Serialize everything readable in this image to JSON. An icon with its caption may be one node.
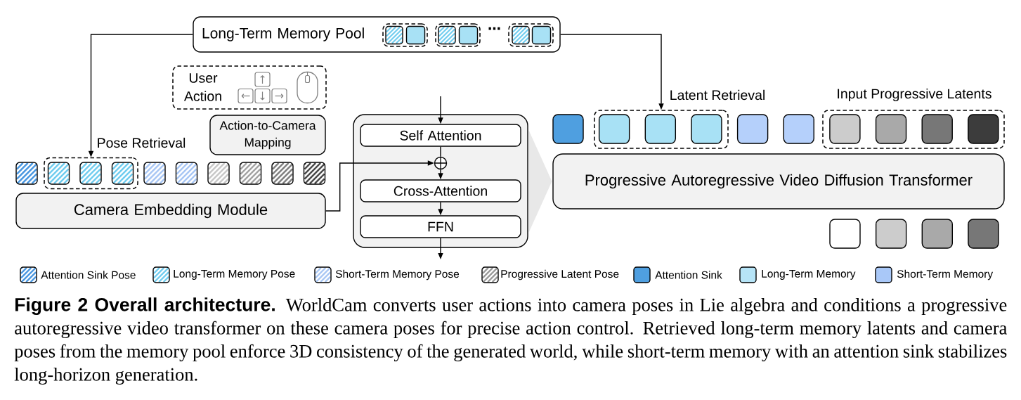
{
  "diagram": {
    "caption": "**Figure 2 Overall architecture.** WorldCam converts user actions into camera poses in Lie algebra and conditions a progressive autoregressive video transformer on these camera poses for precise action control. Retrieved long-term memory latents and camera poses from the memory pool enforce 3D consistency of the generated world, while short-term memory with an attention sink stabilizes long-horizon generation.",
    "nodes": [
      {
        "text": [
          "Long-Term Memory Pool"
        ]
      },
      {
        "text": [],
        "shape": "box",
        "in": 0
      },
      {
        "text": [],
        "shape": "box",
        "in": 1
      },
      {
        "text": [],
        "shape": "box",
        "in": 1
      },
      {
        "text": [],
        "shape": "box",
        "in": 0
      },
      {
        "text": [],
        "shape": "box",
        "in": 4
      },
      {
        "text": [],
        "shape": "box",
        "in": 4
      },
      {
        "text": [],
        "shape": "box",
        "in": 0
      },
      {
        "text": [],
        "shape": "box",
        "in": 7
      },
      {
        "text": [],
        "shape": "box",
        "in": 7
      },
      {
        "text": [
          "User Action"
        ]
      },
      {
        "text": [
          "Action-to-Camera Mapping"
        ]
      },
      {
        "text": [],
        "shape": "box"
      },
      {
        "text": [
          "Pose Retrieval"
        ]
      },
      {
        "text": [],
        "shape": "box",
        "in": 13
      },
      {
        "text": [],
        "shape": "box",
        "in": 13
      },
      {
        "text": [],
        "shape": "box",
        "in": 13
      },
      {
        "text": [],
        "shape": "box"
      },
      {
        "text": [],
        "shape": "box"
      },
      {
        "text": [],
        "shape": "box"
      },
      {
        "text": [],
        "shape": "box"
      },
      {
        "text": [],
        "shape": "box"
      },
      {
        "text": [],
        "shape": "box"
      },
      {
        "text": [
          "Camera Embedding Module"
        ]
      },
      {
        "text": [],
        "shape": "box"
      },
      {
        "text": [
          "Self Attention"
        ],
        "in": 24
      },
      {
        "text": [],
        "shape": "circle",
        "in": 24
      },
      {
        "text": [
          "Cross-Attention"
        ],
        "in": 24
      },
      {
        "text": [
          "FFN"
        ],
        "in": 24
      },
      {
        "text": [],
        "shape": "box"
      },
      {
        "text": [
          "Latent Retrieval"
        ]
      },
      {
        "text": [],
        "shape": "box",
        "in": 30
      },
      {
        "text": [],
        "shape": "box",
        "in": 30
      },
      {
        "text": [],
        "shape": "box",
        "in": 30
      },
      {
        "text": [],
        "shape": "box"
      },
      {
        "text": [],
        "shape": "box"
      },
      {
        "text": [
          "Input Progressive Latents"
        ]
      },
      {
        "text": [],
        "shape": "box",
        "in": 36
      },
      {
        "text": [],
        "shape": "box",
        "in": 36
      },
      {
        "text": [],
        "shape": "box",
        "in": 36
      },
      {
        "text": [],
        "shape": "box",
        "in": 36
      },
      {
        "text": [
          "Progressive Autoregressive Video Diffusion Transformer"
        ]
      },
      {
        "text": [],
        "shape": "box"
      },
      {
        "text": [],
        "shape": "box"
      },
      {
        "text": [],
        "shape": "box"
      },
      {
        "text": [],
        "shape": "box"
      }
    ],
    "edges": [
      {
        "from": 0,
        "to": 13,
        "arrow": "to"
      },
      {
        "from": 0,
        "to": 30,
        "arrow": "to"
      },
      {
        "from": 23,
        "to": 26,
        "arrow": "to"
      },
      {
        "from": null,
        "to": 25,
        "arrow": "to"
      },
      {
        "from": 25,
        "to": 26,
        "arrow": "none"
      },
      {
        "from": 26,
        "to": 27,
        "arrow": "to"
      },
      {
        "from": 27,
        "to": 28,
        "arrow": "to"
      },
      {
        "from": 28,
        "to": null,
        "arrow": "to"
      },
      {
        "from": 24,
        "to": 41,
        "arrow": "to",
        "color": "#e8e8e8"
      }
    ],
    "labels": [
      "⋯"
    ],
    "legend": [
      {
        "text": "Attention Sink Pose"
      },
      {
        "text": "Long-Term Memory Pose"
      },
      {
        "text": "Short-Term Memory Pose"
      },
      {
        "text": "Progressive Latent Pose"
      },
      {
        "text": "Attention Sink",
        "color": "#4f9fe0"
      },
      {
        "text": "Long-Term Memory",
        "color": "#b6e4f7"
      },
      {
        "text": "Short-Term Memory",
        "color": "#a9c8f8"
      }
    ]
  }
}
